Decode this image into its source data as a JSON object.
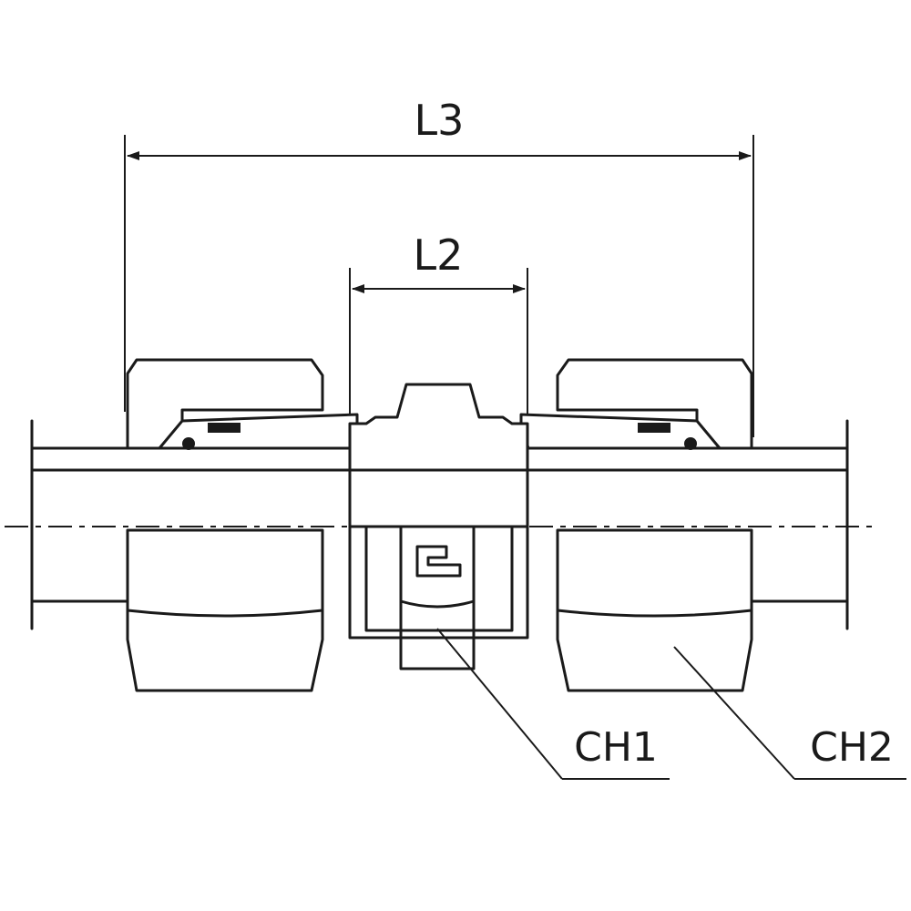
{
  "dimensions": {
    "overall_length_label": "L3",
    "center_length_label": "L2"
  },
  "callouts": {
    "body_hex_label": "CH1",
    "nut_hex_label": "CH2"
  },
  "colors": {
    "line": "#1a1a1a",
    "background": "#ffffff"
  }
}
